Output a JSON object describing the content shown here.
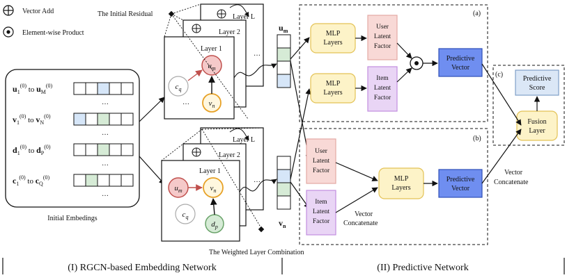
{
  "legend": {
    "vector_add": "Vector Add",
    "elementwise_product": "Element-wise Product"
  },
  "labels": {
    "initial_residual": "The Initial Residual",
    "weighted_layer_combination": "The Weighted Layer Combination",
    "initial_embeddings": "Initial Embedings",
    "layer1": "Layer 1",
    "layer2": "Layer 2",
    "layerL": "Layer L",
    "ellipsis": "…",
    "vector_concat_1": "Vector",
    "vector_concat_2": "Concatenate",
    "um": "u",
    "um_sub": "m",
    "vn": "v",
    "vn_sub": "n"
  },
  "embeddings": [
    {
      "base": "u",
      "sub1": "1",
      "sup": "(0)",
      "to": "to",
      "sub2": "M"
    },
    {
      "base": "v",
      "sub1": "1",
      "sup": "(0)",
      "to": "to",
      "sub2": "N"
    },
    {
      "base": "d",
      "sub1": "1",
      "sup": "(0)",
      "to": "to",
      "sub2": "P"
    },
    {
      "base": "c",
      "sub1": "1",
      "sup": "(0)",
      "to": "to",
      "sub2": "Q"
    }
  ],
  "nodes": {
    "um": "u",
    "um_sub": "m",
    "vn": "v",
    "vn_sub": "n",
    "cq": "c",
    "cq_sub": "q",
    "dp": "d",
    "dp_sub": "p"
  },
  "section_a": {
    "tag": "(a)",
    "mlp1": [
      "MLP",
      "Layers"
    ],
    "mlp2": [
      "MLP",
      "Layers"
    ],
    "user_latent": [
      "User",
      "Latent",
      "Factor"
    ],
    "item_latent": [
      "Item",
      "Latent",
      "Factor"
    ],
    "predictive_vector": [
      "Predictive",
      "Vector"
    ]
  },
  "section_b": {
    "tag": "(b)",
    "user_latent": [
      "User",
      "Latent",
      "Factor"
    ],
    "item_latent": [
      "Item",
      "Latent",
      "Factor"
    ],
    "mlp": [
      "MLP",
      "Layers"
    ],
    "predictive_vector": [
      "Predictive",
      "Vector"
    ]
  },
  "section_c": {
    "tag": "(c)",
    "predictive_score": [
      "Predictive",
      "Score"
    ],
    "fusion_layer": [
      "Fusion",
      "Layer"
    ]
  },
  "footer": {
    "left": "(I) RGCN-based Embedding Network",
    "right": "(II) Predictive Network"
  },
  "colors": {
    "mlp_fill": "#fdf3c8",
    "mlp_stroke": "#e3c255",
    "user_fill": "#f8d9d6",
    "user_stroke": "#e3a9a3",
    "item_fill": "#e9d5f5",
    "item_stroke": "#c28ee0",
    "pred_fill": "#6f8ef0",
    "pred_stroke": "#2f4fb8",
    "score_fill": "#dbe7f6",
    "score_stroke": "#7f9fc8",
    "cell_blue": "#d6e6f8",
    "cell_green": "#d6ebd6",
    "cell_gray": "#eeeeee",
    "node_red_fill": "#f5c9c9",
    "node_red_stroke": "#c0504d",
    "node_orange_stroke": "#e7a126",
    "node_orange_fill": "#fff7df",
    "node_green_fill": "#d6ebd6",
    "node_green_stroke": "#6aa36a",
    "node_gray_stroke": "#aaaaaa"
  }
}
